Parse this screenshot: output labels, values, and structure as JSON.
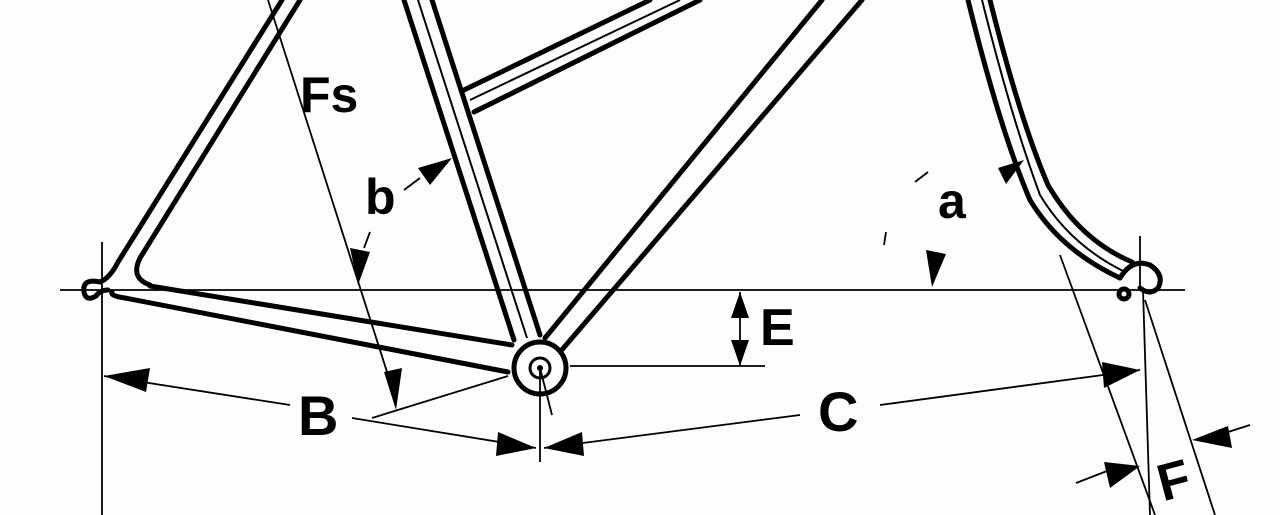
{
  "diagram": {
    "subject": "Bicycle frame geometry",
    "labels": {
      "Fs": "Fs",
      "b": "b",
      "a": "a",
      "E": "E",
      "B": "B",
      "C": "C",
      "F": "F"
    },
    "stroke_color": "#000000",
    "background_color": "#fdfdfb"
  }
}
